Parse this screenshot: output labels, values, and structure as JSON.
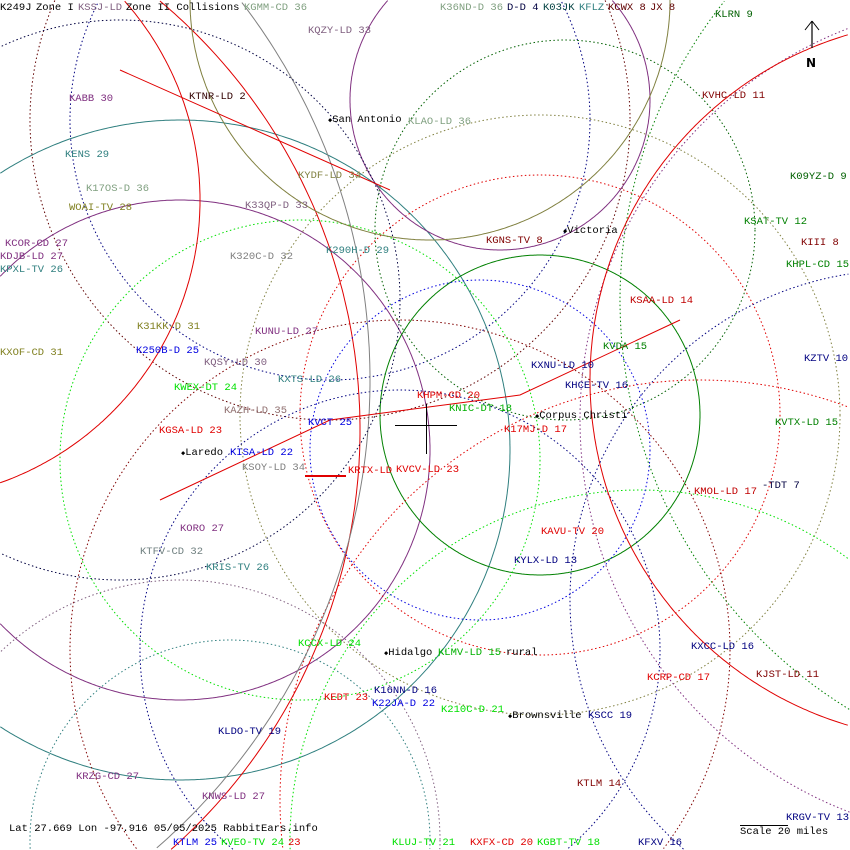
{
  "header": {
    "items": [
      "K249J",
      "Zone I",
      "KSSJ-LD",
      "Zone II Collisions"
    ]
  },
  "stations": [
    {
      "text": "KGMM-CD 36",
      "color": "#80a080"
    },
    {
      "text": "KQZY-LD 33",
      "color": "#806080"
    },
    {
      "text": "KABB 30",
      "color": "#803080"
    },
    {
      "text": "KTNR-LD 2",
      "color": "#300000"
    },
    {
      "text": "KLAO-LD 36",
      "color": "#80a080"
    },
    {
      "text": "KENS 29",
      "color": "#2f7f7f"
    },
    {
      "text": "K17OS-D 36",
      "color": "#80a080"
    },
    {
      "text": "WOAI-TV 28",
      "color": "#808020"
    },
    {
      "text": "KYDF-LD 34",
      "color": "#808040"
    },
    {
      "text": "K33QP-D 33",
      "color": "#806080"
    },
    {
      "text": "K36ND-D 36",
      "color": "#80a080"
    },
    {
      "text": "D-D 4",
      "color": "#000040"
    },
    {
      "text": "K03JK",
      "color": "#004040"
    },
    {
      "text": "KFLZ",
      "color": "#2f7f7f"
    },
    {
      "text": "KCWX 8",
      "color": "#600000"
    },
    {
      "text": "JX 8",
      "color": "#600000"
    },
    {
      "text": "KLRN 9",
      "color": "#006000"
    },
    {
      "text": "KVHC-LD 11",
      "color": "#800000"
    },
    {
      "text": "K09YZ-D 9",
      "color": "#006000"
    },
    {
      "text": "KSAT-TV 12",
      "color": "#008000"
    },
    {
      "text": "KIII 8",
      "color": "#800000"
    },
    {
      "text": "KHPL-CD 15",
      "color": "#008000"
    },
    {
      "text": "K290H-D 29",
      "color": "#2f7f7f"
    },
    {
      "text": "K320C-D 32",
      "color": "#808080"
    },
    {
      "text": "KCOR-CD 27",
      "color": "#803080"
    },
    {
      "text": "KDJB-LD 27",
      "color": "#803080"
    },
    {
      "text": "KPXL-TV 26",
      "color": "#2f7f7f"
    },
    {
      "text": "KGNS-TV 8",
      "color": "#800000"
    },
    {
      "text": "KSAA-LD 14",
      "color": "#c00000"
    },
    {
      "text": "K31KK-D 31",
      "color": "#808020"
    },
    {
      "text": "KUNU-LD 27",
      "color": "#803080"
    },
    {
      "text": "KXOF-CD 31",
      "color": "#808020"
    },
    {
      "text": "K250B-D 25",
      "color": "#0000e0"
    },
    {
      "text": "KQSY-LD 30",
      "color": "#806080"
    },
    {
      "text": "KVDA 15",
      "color": "#008000"
    },
    {
      "text": "KXNU-LD 10",
      "color": "#000080"
    },
    {
      "text": "KZTV 10",
      "color": "#000080"
    },
    {
      "text": "KWEX-DT 24",
      "color": "#00e000"
    },
    {
      "text": "KXTS-LD 26",
      "color": "#2f7f7f"
    },
    {
      "text": "KHCE-TV 16",
      "color": "#000080"
    },
    {
      "text": "KHPM-CD 20",
      "color": "#e00000"
    },
    {
      "text": "KAZH-LD 35",
      "color": "#907070"
    },
    {
      "text": "KNIC-DT 18",
      "color": "#00b000"
    },
    {
      "text": "KVCT 25",
      "color": "#0000e0"
    },
    {
      "text": "KGSA-LD 23",
      "color": "#e00000"
    },
    {
      "text": "K17MJ-D 17",
      "color": "#e00000"
    },
    {
      "text": "KVTX-LD 15",
      "color": "#008000"
    },
    {
      "text": "KISA-LD 22",
      "color": "#0000e0"
    },
    {
      "text": "KSOY-LD 34",
      "color": "#808080"
    },
    {
      "text": "KRTX-LD",
      "color": "#e00000"
    },
    {
      "text": "KVCV-LD 23",
      "color": "#e00000"
    },
    {
      "text": "-TDT 7",
      "color": "#000040"
    },
    {
      "text": "KMOL-LD 17",
      "color": "#c00000"
    },
    {
      "text": "KORO 27",
      "color": "#803080"
    },
    {
      "text": "KAVU-TV 20",
      "color": "#e00000"
    },
    {
      "text": "KTFV-CD 32",
      "color": "#708080"
    },
    {
      "text": "KRIS-TV 26",
      "color": "#2f7f7f"
    },
    {
      "text": "KYLX-LD 13",
      "color": "#000080"
    },
    {
      "text": "KCCX-LD 24",
      "color": "#00e000"
    },
    {
      "text": "KLMV-LD 15",
      "color": "#00b000"
    },
    {
      "text": "KXCC-LD 16",
      "color": "#000080"
    },
    {
      "text": "KCRP-CD 17",
      "color": "#e00000"
    },
    {
      "text": "KJST-LD 11",
      "color": "#800000"
    },
    {
      "text": "KEDT 23",
      "color": "#e00000"
    },
    {
      "text": "K16NN-D 16",
      "color": "#000080"
    },
    {
      "text": "K22JA-D 22",
      "color": "#0000e0"
    },
    {
      "text": "K210C-D 21",
      "color": "#00e000"
    },
    {
      "text": "KSCC 19",
      "color": "#000080"
    },
    {
      "text": "KLDO-TV 19",
      "color": "#000080"
    },
    {
      "text": "KRZG-CD 27",
      "color": "#803080"
    },
    {
      "text": "KTLM 14",
      "color": "#800000"
    },
    {
      "text": "KNWS-LD 27",
      "color": "#803080"
    },
    {
      "text": "KTLM 25",
      "color": "#0000e0"
    },
    {
      "text": "KVEO-TV 24",
      "color": "#00e000"
    },
    {
      "text": "23",
      "color": "#e00000"
    },
    {
      "text": "KLUJ-TV 21",
      "color": "#00e000"
    },
    {
      "text": "KXFX-CD 20",
      "color": "#e00000"
    },
    {
      "text": "KGBT-TV 18",
      "color": "#00e000"
    },
    {
      "text": "KFXV 16",
      "color": "#000080"
    },
    {
      "text": "KRGV-TV 13",
      "color": "#000080"
    }
  ],
  "cities": [
    "San Antonio",
    "Victoria",
    "Corpus Christi",
    "Laredo",
    "Hidalgo",
    "rural",
    "Brownsville"
  ],
  "footer": "Lat 27.669 Lon -97.916 05/05/2025 RabbitEars.info",
  "scale": "Scale 20 miles",
  "north": "N"
}
